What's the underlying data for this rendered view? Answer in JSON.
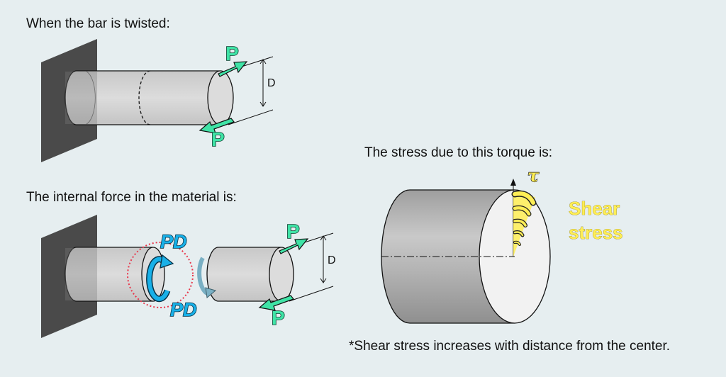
{
  "captions": {
    "twisted": "When the bar is twisted:",
    "internal": "The internal force in the material is:",
    "stress": "The stress due to this torque is:",
    "note": "*Shear stress increases with distance from the center."
  },
  "labels": {
    "force": "P",
    "diameter": "D",
    "moment": "PD",
    "tau": "τ",
    "shear_line1": "Shear",
    "shear_line2": "stress"
  },
  "colors": {
    "background": "#e6eef0",
    "wall": "#4a4a4a",
    "force_arrow": "#3fe3a6",
    "moment_arrow": "#18b0e8",
    "shear": "#ffee55",
    "section_circle": "#e8354a"
  }
}
